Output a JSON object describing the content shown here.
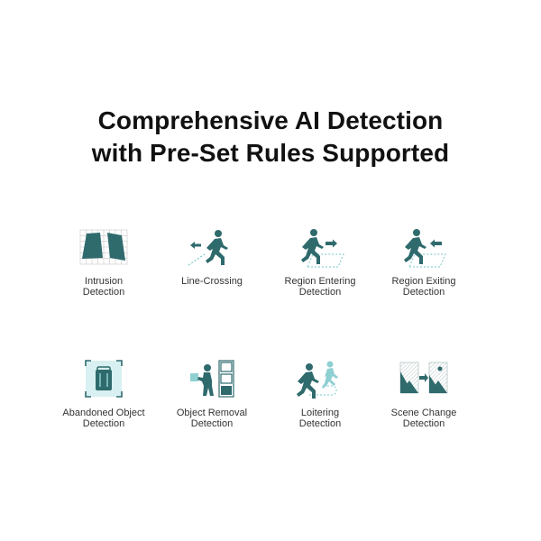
{
  "title": {
    "line1": "Comprehensive AI Detection",
    "line2": "with Pre-Set Rules Supported"
  },
  "features": [
    {
      "icon": "intrusion-detection-icon",
      "line1": "Intrusion",
      "line2": "Detection"
    },
    {
      "icon": "line-crossing-icon",
      "line1": "Line-Crossing",
      "line2": ""
    },
    {
      "icon": "region-entering-icon",
      "line1": "Region Entering",
      "line2": "Detection"
    },
    {
      "icon": "region-exiting-icon",
      "line1": "Region Exiting",
      "line2": "Detection"
    },
    {
      "icon": "abandoned-object-icon",
      "line1": "Abandoned Object",
      "line2": "Detection"
    },
    {
      "icon": "object-removal-icon",
      "line1": "Object Removal",
      "line2": "Detection"
    },
    {
      "icon": "loitering-icon",
      "line1": "Loitering",
      "line2": "Detection"
    },
    {
      "icon": "scene-change-icon",
      "line1": "Scene Change",
      "line2": "Detection"
    }
  ],
  "colors": {
    "icon_dark": "#2f6a6d",
    "icon_light": "#8fd0d2",
    "text": "#333333",
    "title": "#111111"
  }
}
